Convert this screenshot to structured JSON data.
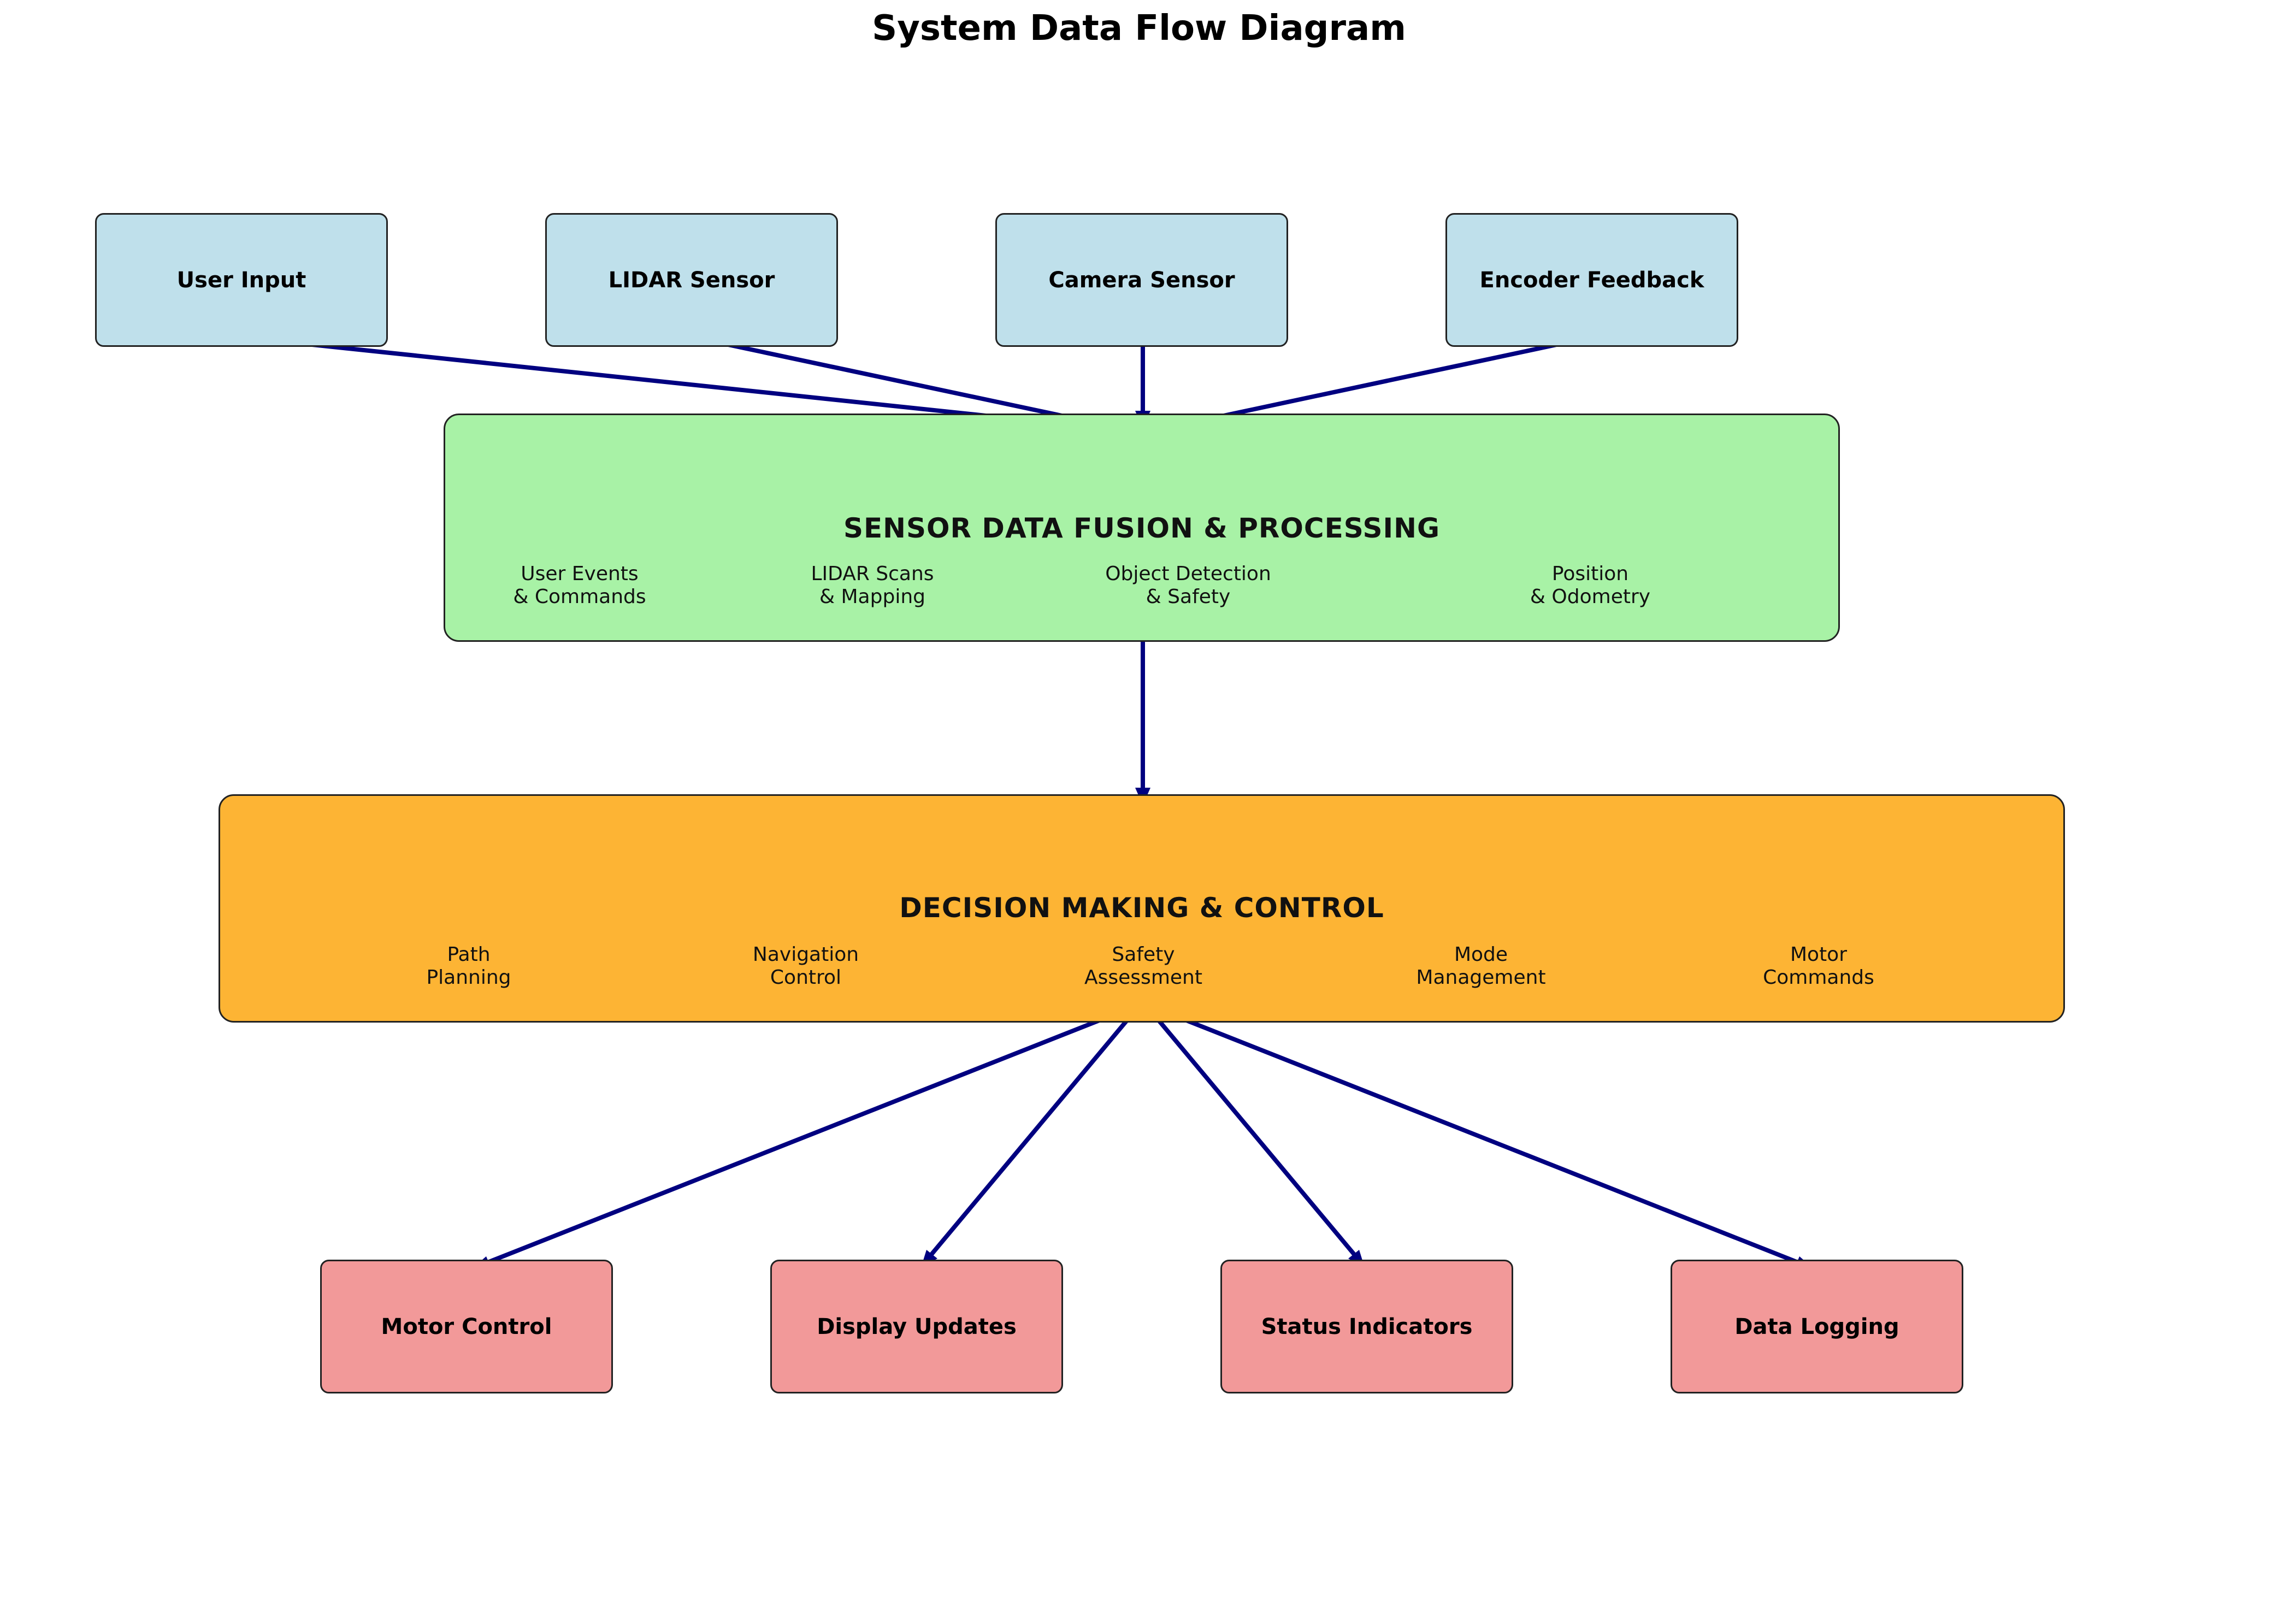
{
  "title": "System Data Flow Diagram",
  "inputs": [
    "User Input",
    "LIDAR Sensor",
    "Camera Sensor",
    "Encoder Feedback"
  ],
  "fusion": {
    "title": "SENSOR DATA FUSION & PROCESSING",
    "items": [
      "User Events\n& Commands",
      "LIDAR Scans\n& Mapping",
      "Object Detection\n& Safety",
      "Position\n& Odometry"
    ]
  },
  "decision": {
    "title": "DECISION MAKING & CONTROL",
    "items": [
      "Path\nPlanning",
      "Navigation\nControl",
      "Safety\nAssessment",
      "Mode\nManagement",
      "Motor\nCommands"
    ]
  },
  "outputs": [
    "Motor Control",
    "Display Updates",
    "Status Indicators",
    "Data Logging"
  ],
  "colors": {
    "input_box": "#bfe0eb",
    "fusion_box": "#a8f2a6",
    "decision_box": "#fdb434",
    "output_box": "#f29999",
    "arrow": "#000080"
  }
}
